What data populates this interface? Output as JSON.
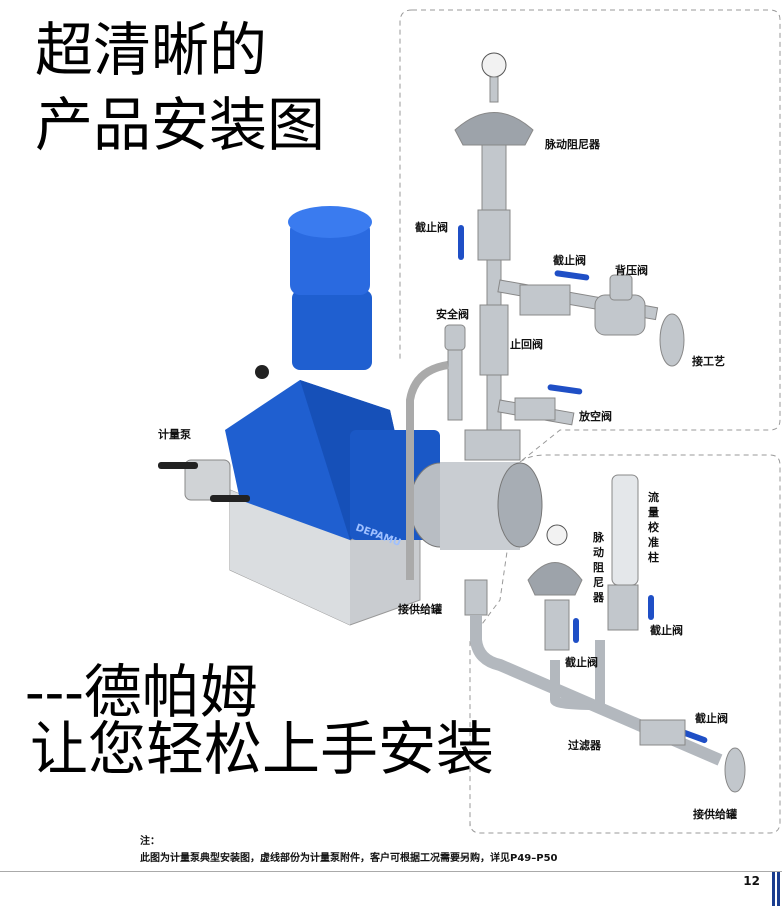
{
  "headline": {
    "line1": "超清晰的",
    "line2": "产品安装图",
    "line3": "---德帕姆",
    "line4": "让您轻松上手安装"
  },
  "labels": {
    "damper_top": "脉动阻尼器",
    "stop_valve_1": "截止阀",
    "stop_valve_2": "截止阀",
    "back_pressure_valve": "背压阀",
    "safety_valve": "安全阀",
    "check_valve": "止回阀",
    "to_process": "接工艺",
    "vent_valve": "放空阀",
    "metering_pump": "计量泵",
    "to_supply_tank_1": "接供给罐",
    "calibration_column": "流量校准柱",
    "damper_bottom": "脉动阻尼器",
    "stop_valve_3": "截止阀",
    "stop_valve_4": "截止阀",
    "stop_valve_5": "截止阀",
    "filter": "过滤器",
    "to_supply_tank_2": "接供给罐"
  },
  "pump_brand": "DEPAMU",
  "note": {
    "title": "注：",
    "text": "此图为计量泵典型安装图，虚线部份为计量泵附件，客户可根据工况需要另购，详见P49–P50"
  },
  "page_number": "12",
  "colors": {
    "pump_blue": "#1f5fd0",
    "accent_bar": "#1a3d8f",
    "steel": "#b9bec4"
  }
}
